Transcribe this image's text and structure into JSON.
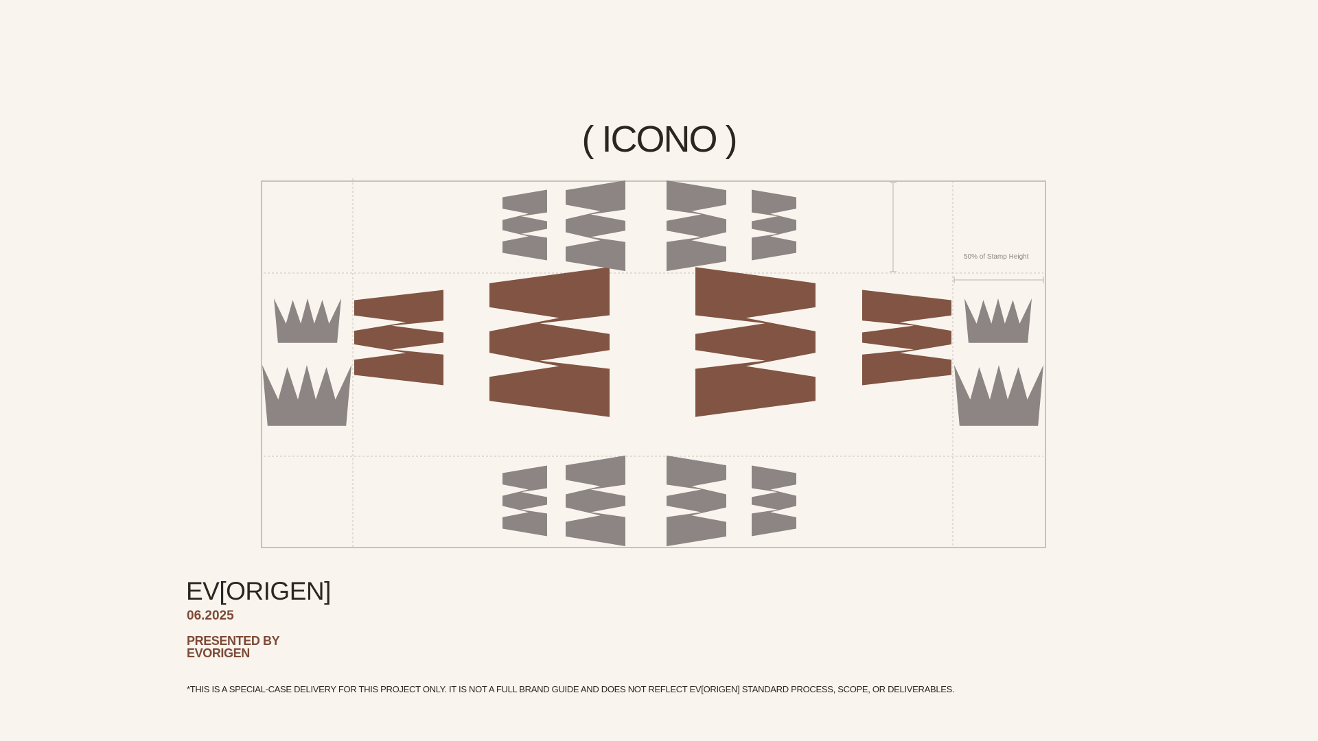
{
  "title": "( ICONO )",
  "annotation": {
    "measure_label": "50% of Stamp Height"
  },
  "footer": {
    "brand": "EV[ORIGEN]",
    "date": "06.2025",
    "presented_by_line1": "PRESENTED BY",
    "presented_by_line2": "EVORIGEN",
    "disclaimer": "*THIS IS A SPECIAL-CASE DELIVERY FOR THIS PROJECT ONLY. IT IS NOT A FULL BRAND GUIDE AND DOES NOT REFLECT EV[ORIGEN] STANDARD PROCESS, SCOPE, OR DELIVERABLES."
  },
  "icons": {
    "primary": "comb-e-icon",
    "secondary": "crown-icon"
  },
  "colors": {
    "background": "#f9f5ee",
    "primary_mark": "#815443",
    "secondary_mark": "#8c8583",
    "guide_line": "#c9c2bb",
    "text_dark": "#2b2622",
    "accent_text": "#7d4a37"
  }
}
